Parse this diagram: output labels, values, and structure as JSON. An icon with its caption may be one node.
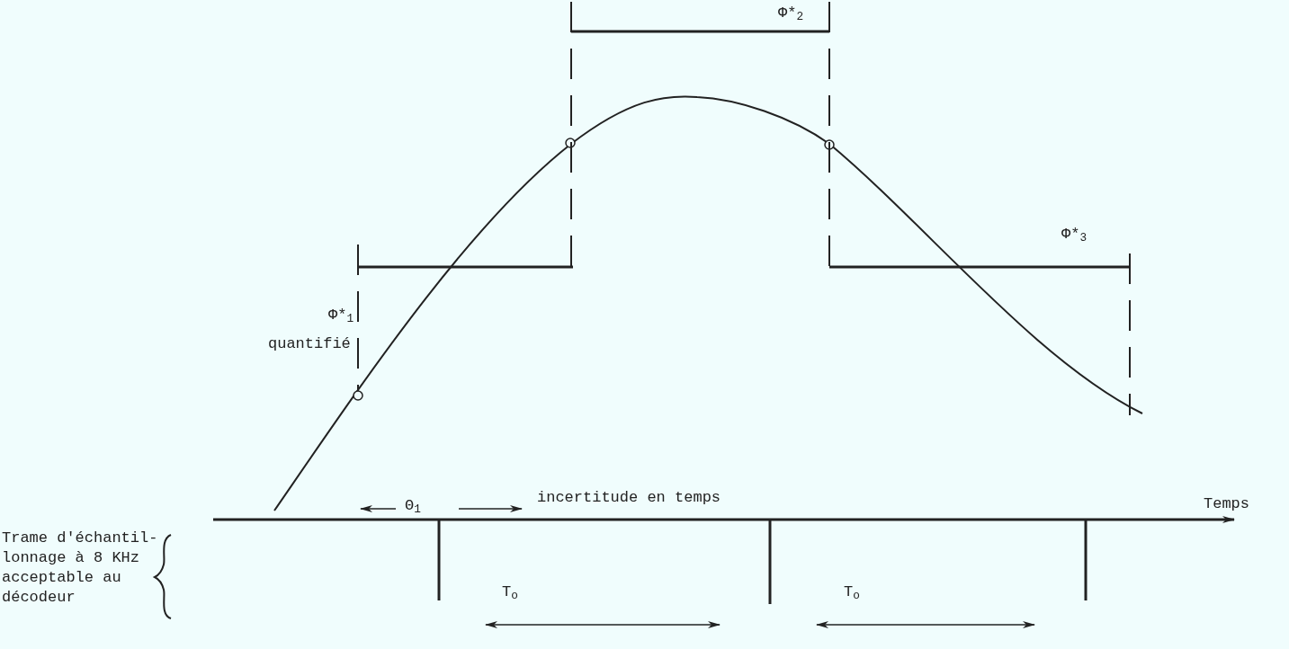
{
  "diagram": {
    "labels": [
      "Φ*$_{2}$",
      "Φ*$_{3}$",
      "Φ*$_{1}$",
      "quantifié",
      "Θ$_{1}$",
      "incertitude en temps",
      "Temps",
      "Trame d'échantil- lonnage à 8 KHz acceptable au décodeur",
      "T$_{o}$",
      "T$_{o}$"
    ]
  }
}
